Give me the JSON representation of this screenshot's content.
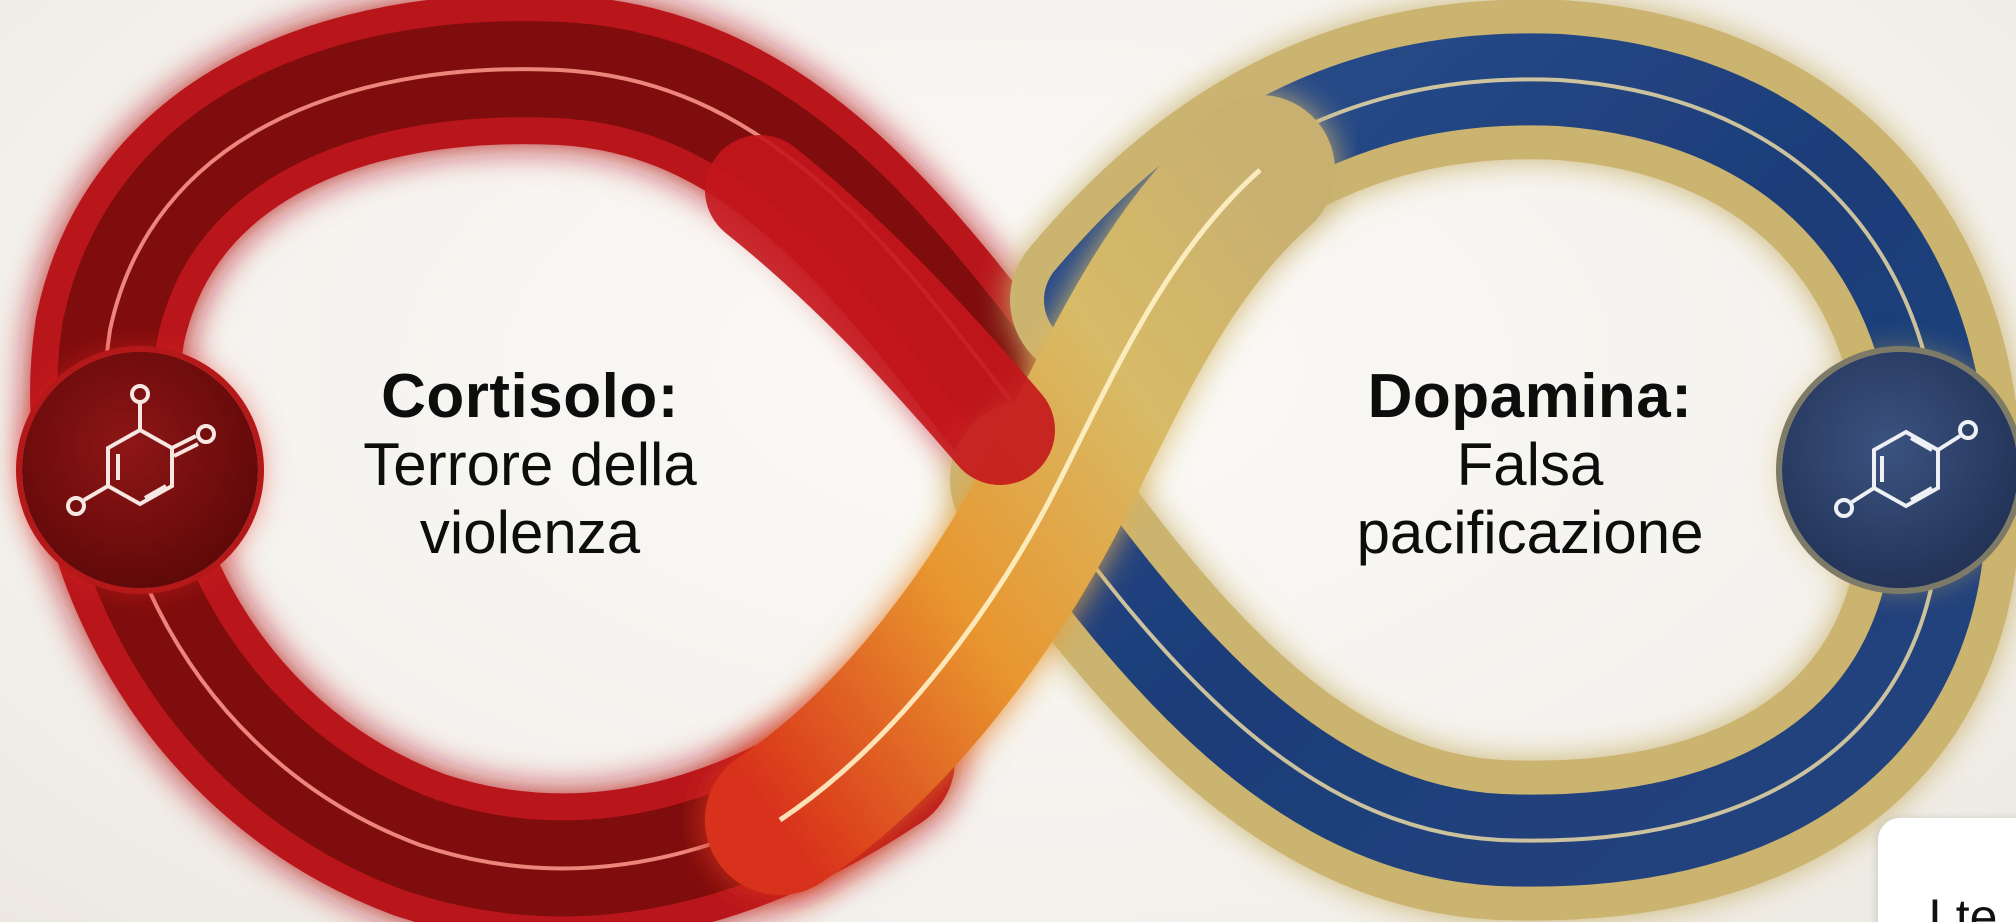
{
  "diagram": {
    "left_loop": {
      "title": "Cortisolo:",
      "line1": "Terrore della",
      "line2": "violenza",
      "badge_icon": "molecule-quinone-icon",
      "color": "#c4161c"
    },
    "right_loop": {
      "title": "Dopamina:",
      "line1": "Falsa",
      "line2": "pacificazione",
      "badge_icon": "molecule-phenol-icon",
      "color": "#1f3f7a"
    },
    "crossing_color": "#d9b865",
    "glow_color": "#f4d37a"
  },
  "overlay": {
    "partial_text": "I te"
  }
}
